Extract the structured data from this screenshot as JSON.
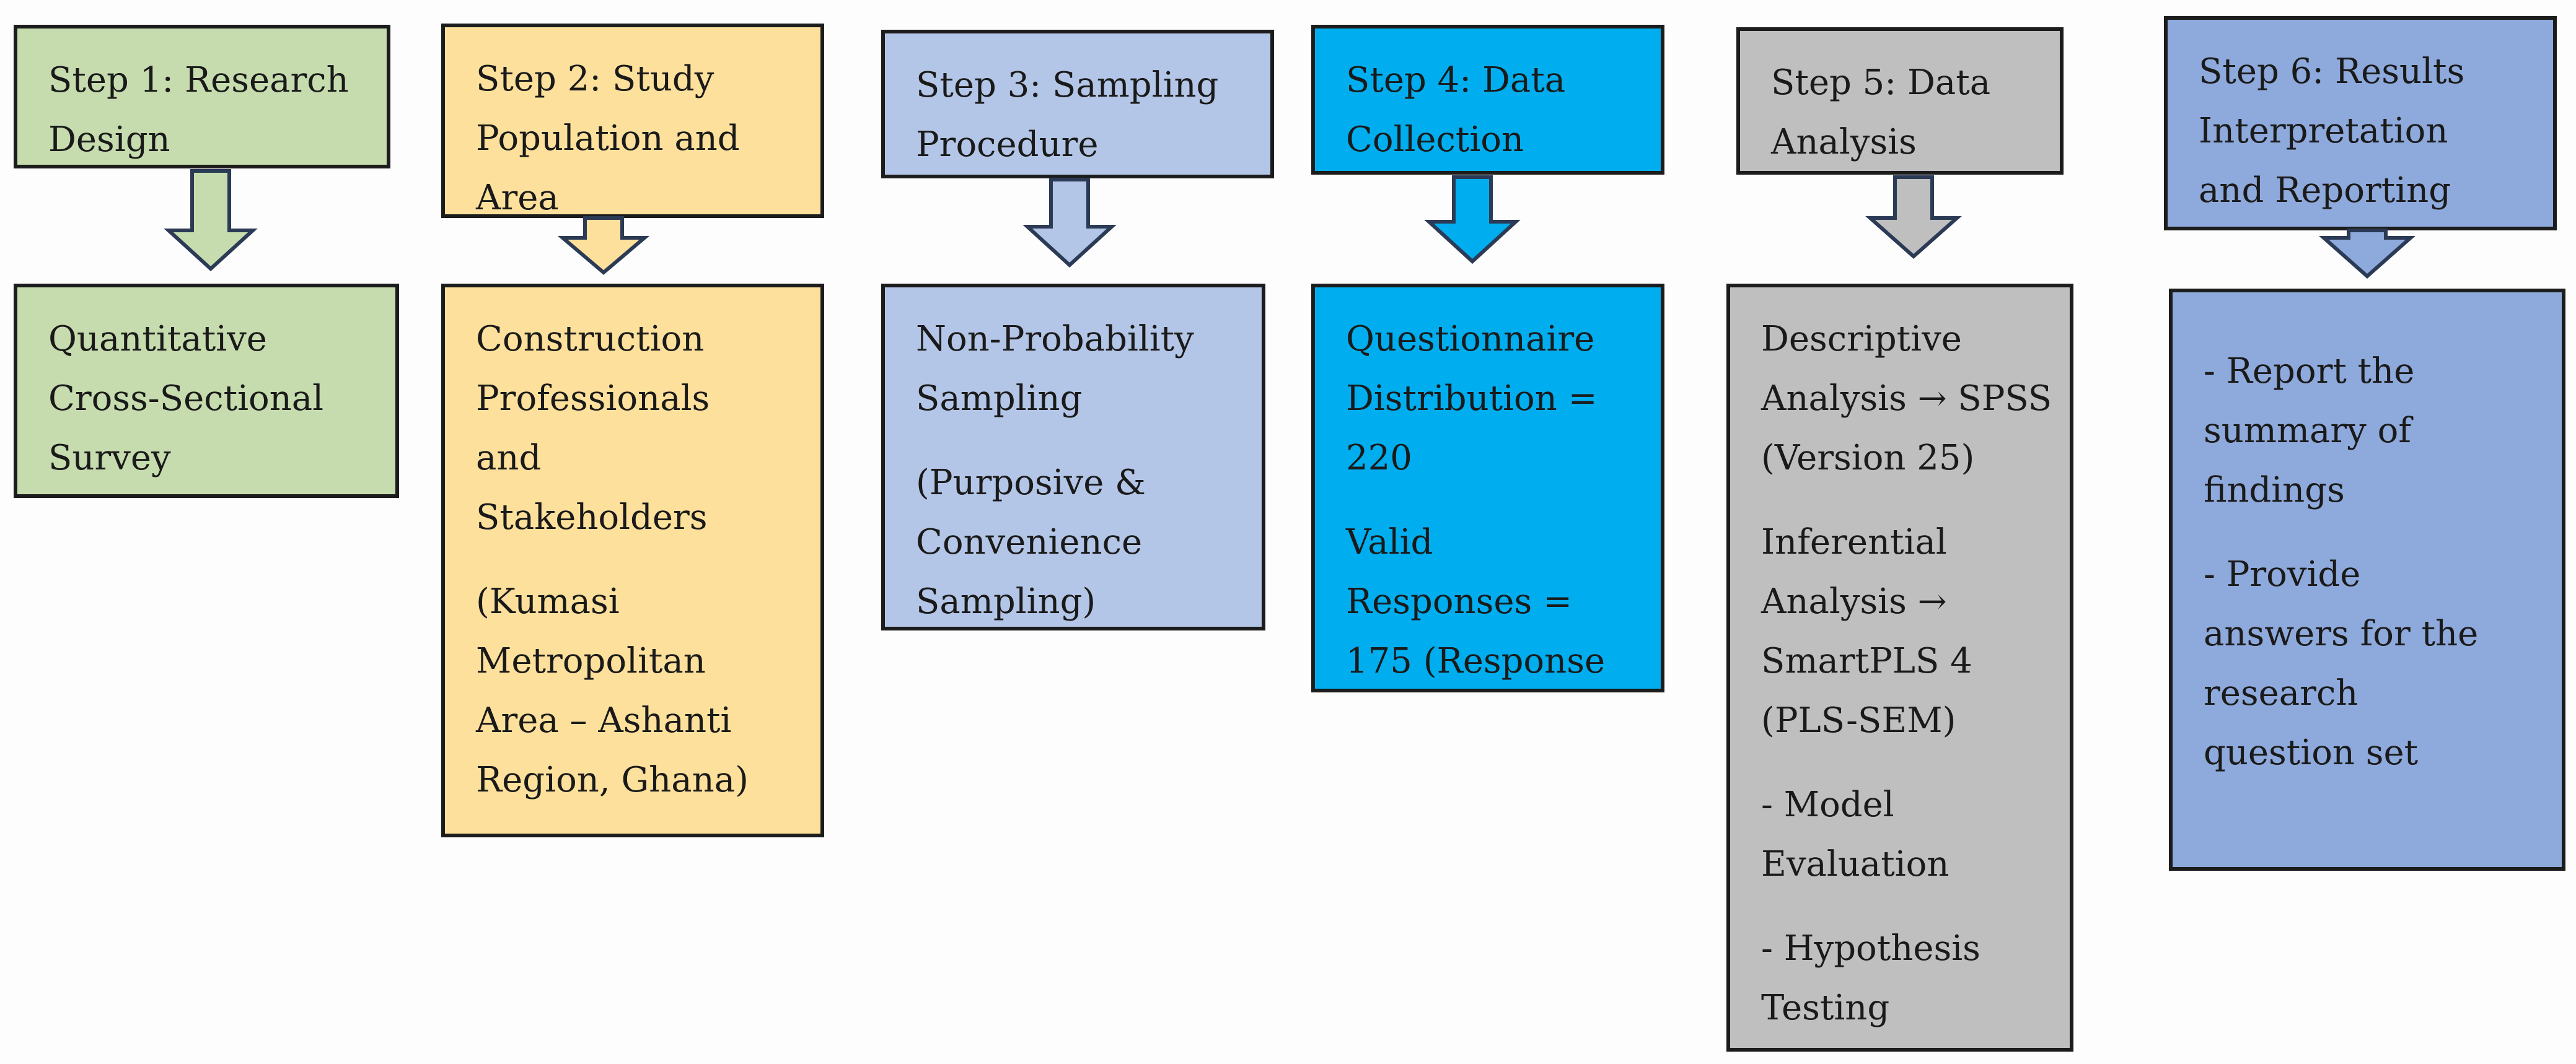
{
  "colors": {
    "green": "#c6dcae",
    "orange": "#fde09b",
    "lightblue": "#b4c6e7",
    "cyan": "#00aeef",
    "gray": "#bfbfbf",
    "blue": "#8ea9db"
  },
  "steps": [
    {
      "header": [
        "Step 1: Research",
        "Design"
      ],
      "body": [
        [
          "Quantitative",
          "Cross-Sectional",
          "Survey"
        ]
      ]
    },
    {
      "header": [
        "Step 2: Study",
        "Population and",
        "Area"
      ],
      "body": [
        [
          "Construction",
          "Professionals",
          "and",
          "Stakeholders"
        ],
        [
          "(Kumasi",
          "Metropolitan",
          "Area – Ashanti",
          "Region, Ghana)"
        ]
      ]
    },
    {
      "header": [
        "Step 3: Sampling",
        "Procedure"
      ],
      "body": [
        [
          "Non-Probability",
          "Sampling"
        ],
        [
          "(Purposive &",
          "Convenience",
          "Sampling)"
        ]
      ]
    },
    {
      "header": [
        "Step 4: Data",
        "Collection"
      ],
      "body": [
        [
          "Questionnaire",
          "Distribution =",
          "220"
        ],
        [
          "Valid",
          "Responses =",
          "175 (Response"
        ]
      ]
    },
    {
      "header": [
        "Step 5: Data",
        "Analysis"
      ],
      "body": [
        [
          "Descriptive",
          "Analysis → SPSS",
          "(Version 25)"
        ],
        [
          "Inferential",
          "Analysis →",
          "SmartPLS 4",
          "(PLS-SEM)"
        ],
        [
          "- Model",
          "Evaluation"
        ],
        [
          "- Hypothesis",
          "Testing"
        ]
      ]
    },
    {
      "header": [
        "Step 6: Results",
        "Interpretation",
        "and Reporting"
      ],
      "body": [
        [
          "- Report the",
          "summary of",
          "findings"
        ],
        [
          "- Provide",
          "answers for the",
          "research",
          "question set"
        ]
      ]
    }
  ]
}
